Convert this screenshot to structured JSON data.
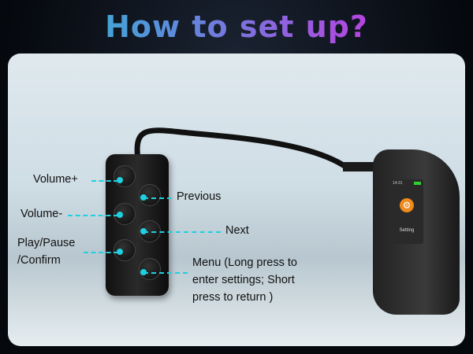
{
  "title": "How to set up?",
  "remote": {
    "labels": {
      "volume_up": "Volume+",
      "previous": "Previous",
      "volume_down": "Volume-",
      "next": "Next",
      "play_pause_1": "Play/Pause",
      "play_pause_2": "/Confirm",
      "menu_1": "Menu (Long press to",
      "menu_2": "enter settings; Short",
      "menu_3": "press to return )"
    }
  },
  "device": {
    "time": "14:31",
    "screen_label": "Setting",
    "icon": "gear-icon",
    "battery_color": "#2ed12e",
    "accent": "#f08a1c"
  },
  "colors": {
    "callout": "#1fd0e0"
  }
}
